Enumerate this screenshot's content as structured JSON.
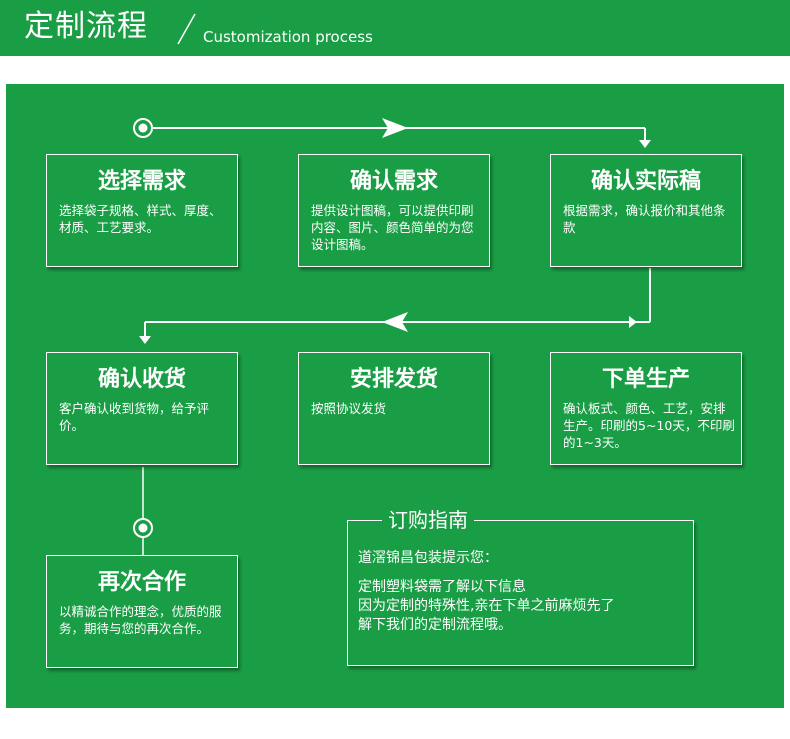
{
  "header": {
    "title": "定制流程",
    "subtitle": "Customization process"
  },
  "steps": [
    {
      "title": "选择需求",
      "desc": "选择袋子规格、样式、厚度、材质、工艺要求。"
    },
    {
      "title": "确认需求",
      "desc": "提供设计图稿，可以提供印刷内容、图片、颜色简单的为您设计图稿。"
    },
    {
      "title": "确认实际稿",
      "desc": "根据需求，确认报价和其他条款"
    },
    {
      "title": "确认收货",
      "desc": "客户确认收到货物，给予评价。"
    },
    {
      "title": "安排发货",
      "desc": "按照协议发货"
    },
    {
      "title": "下单生产",
      "desc": "确认板式、颜色、工艺，安排生产。印刷的5~10天，不印刷的1~3天。"
    },
    {
      "title": "再次合作",
      "desc": "以精诚合作的理念，优质的服务，期待与您的再次合作。"
    }
  ],
  "guide": {
    "title": "订购指南",
    "intro": "道滘锦昌包装提示您：",
    "line1": "定制塑料袋需了解以下信息",
    "line2": "因为定制的特殊性,亲在下单之前麻烦先了",
    "line3": "解下我们的定制流程哦。"
  },
  "colors": {
    "brand_green": "#1a9e45",
    "line_white": "#ffffff"
  }
}
